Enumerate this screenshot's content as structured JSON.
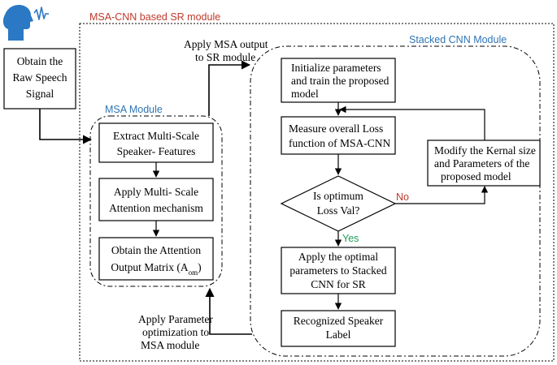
{
  "titles": {
    "outer_module": "MSA-CNN based SR module",
    "msa_module": "MSA Module",
    "cnn_module": "Stacked CNN Module"
  },
  "boxes": {
    "raw_speech": [
      "Obtain the",
      "Raw Speech",
      "Signal"
    ],
    "extract": [
      "Extract Multi-Scale",
      "Speaker- Features"
    ],
    "attention": [
      "Apply Multi- Scale",
      "Attention mechanism"
    ],
    "output_matrix_line1": "Obtain the Attention",
    "output_matrix_line2_prefix": "Output Matrix (A",
    "output_matrix_sub": "om",
    "output_matrix_suffix": ")",
    "init": [
      "Initialize parameters",
      "and train the proposed",
      "model"
    ],
    "loss": [
      "Measure overall Loss",
      "function of MSA-CNN"
    ],
    "decision": [
      "Is optimum",
      "Loss Val?"
    ],
    "modify": [
      "Modify the Kernal size",
      "and Parameters of the",
      "proposed model"
    ],
    "apply_opt": [
      "Apply the optimal",
      "parameters to Stacked",
      "CNN for SR"
    ],
    "recognized": [
      "Recognized Speaker",
      "Label"
    ]
  },
  "labels": {
    "apply_msa": [
      "Apply MSA output",
      "to SR module"
    ],
    "apply_param": [
      "Apply Parameter",
      "optimization to",
      "MSA module"
    ],
    "no": "No",
    "yes": "Yes"
  },
  "colors": {
    "title_red": "#c0392b",
    "module_blue": "#2e74b5",
    "yes_green": "#1e9e5a",
    "icon_blue": "#2b78c5"
  },
  "icons": [
    "speaking-head-icon"
  ]
}
